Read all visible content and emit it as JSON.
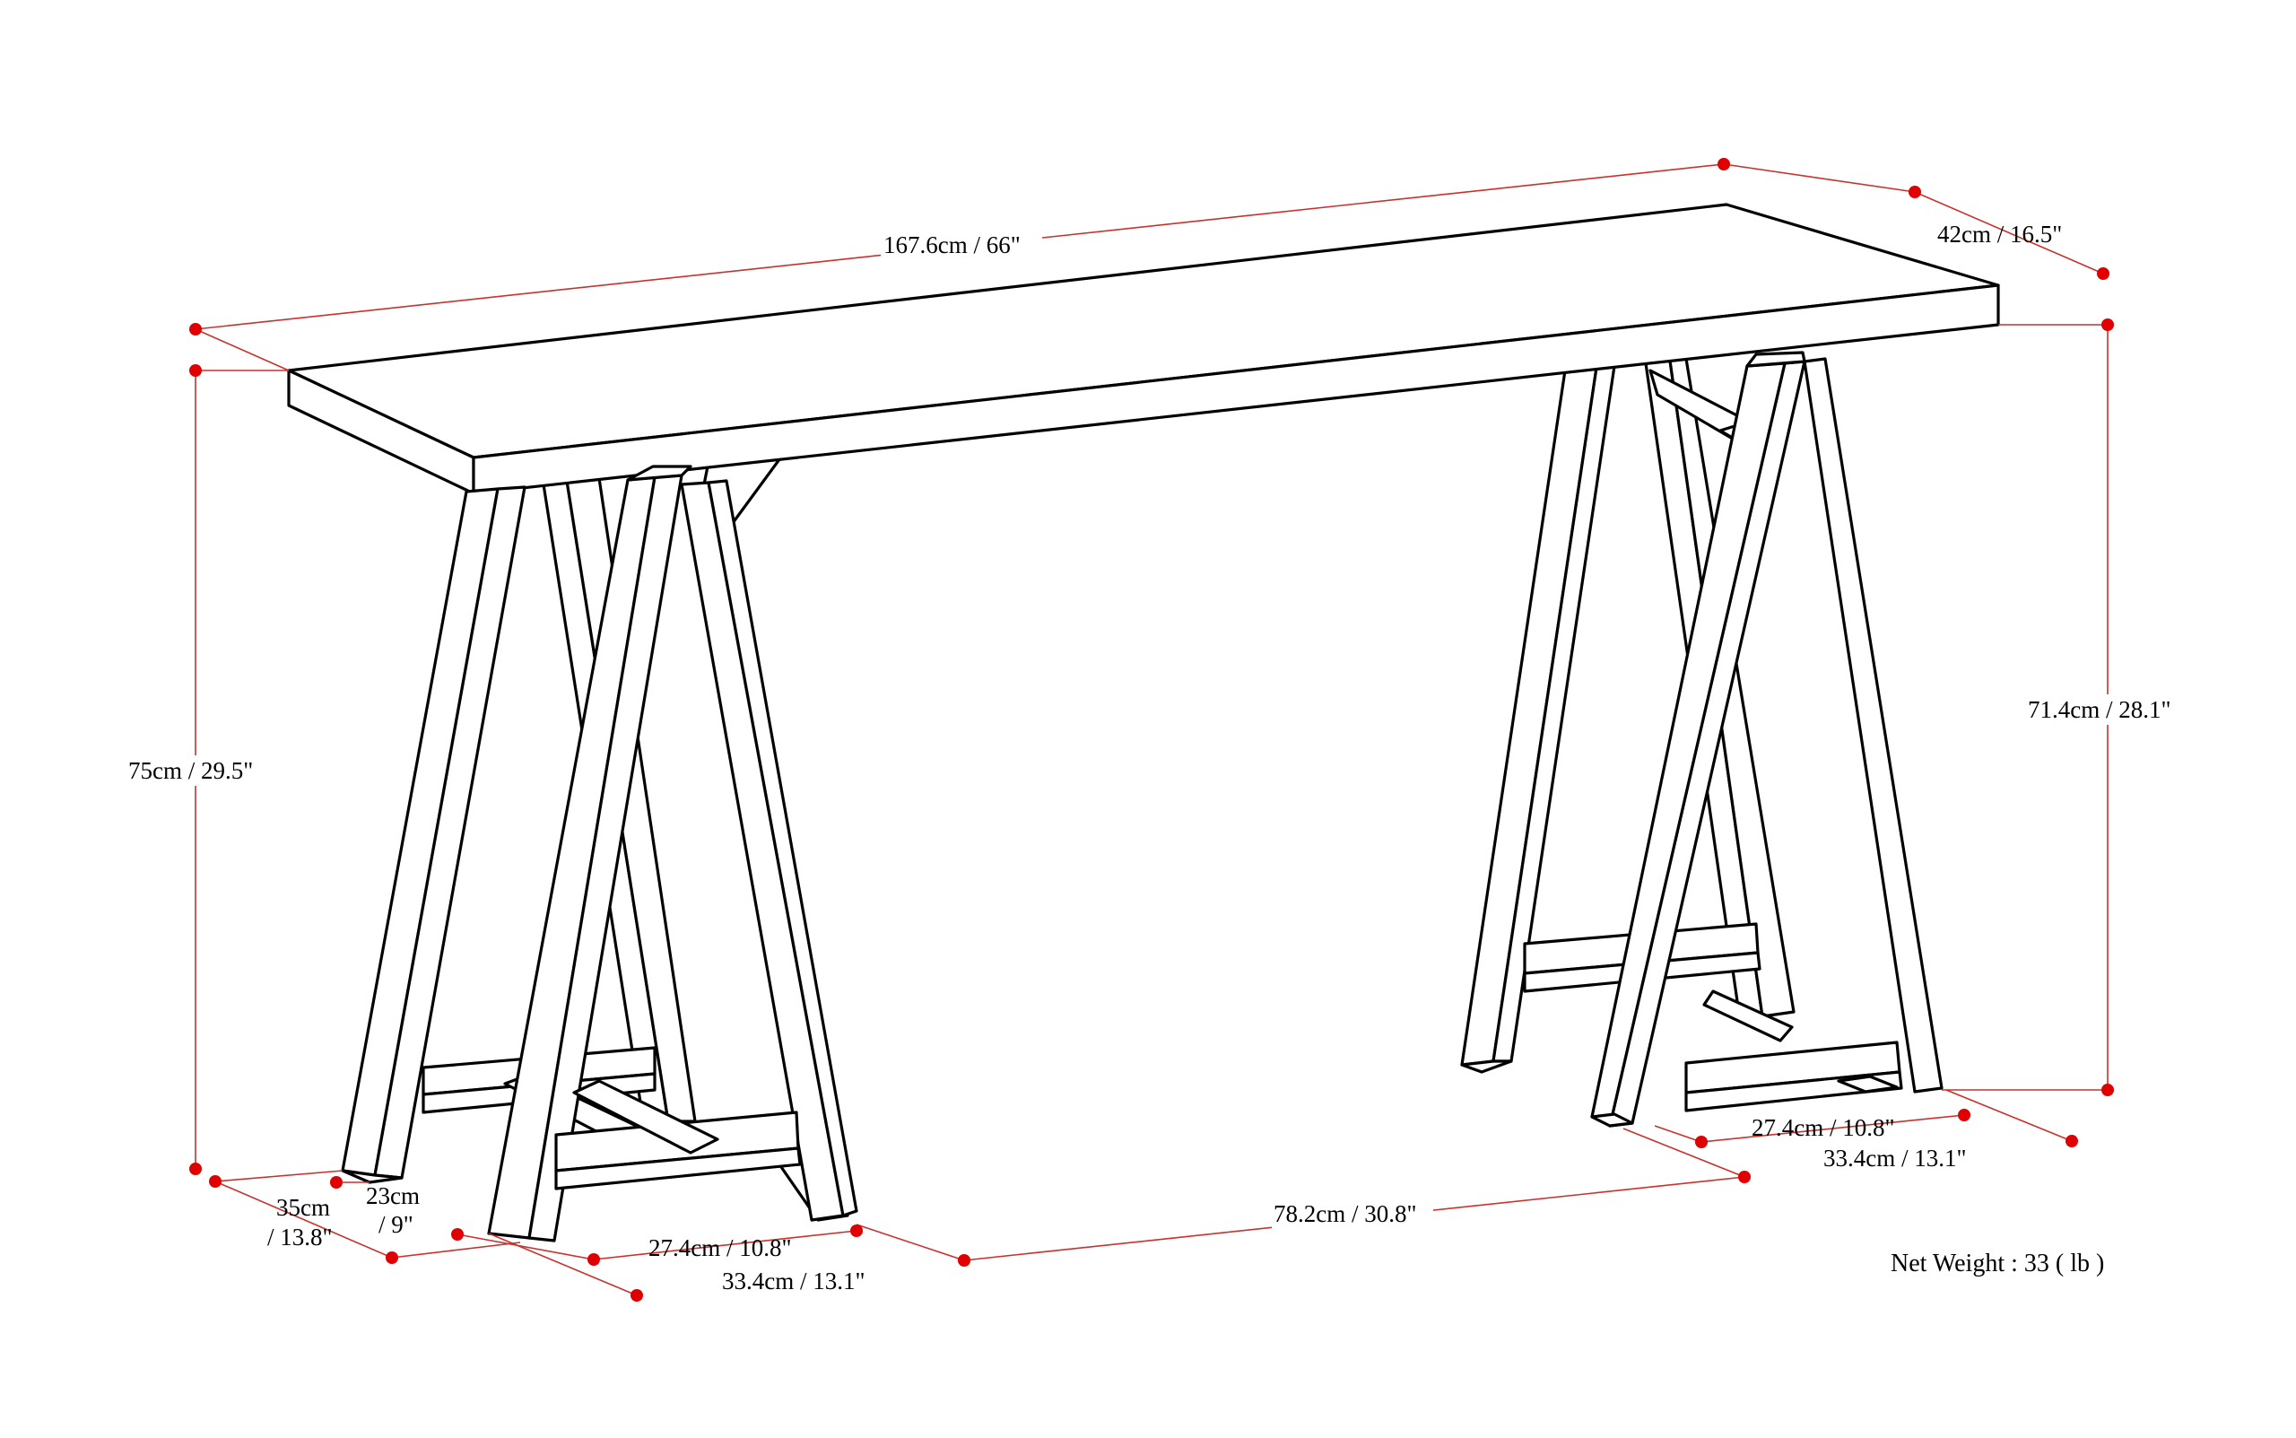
{
  "colors": {
    "dimension": "#c8322d",
    "dot": "#e00000",
    "line": "#000000"
  },
  "dimensions": {
    "overall_width": "167.6cm / 66\"",
    "top_depth": "42cm / 16.5\"",
    "overall_height": "75cm / 29.5\"",
    "leg_height": "71.4cm / 28.1\"",
    "base_depth": "35cm",
    "base_depth_in": "/ 13.8\"",
    "leg_depth": "23cm",
    "leg_depth_in": "/ 9\"",
    "left_inner_width": "27.4cm / 10.8\"",
    "left_outer_width": "33.4cm / 13.1\"",
    "between_legs": "78.2cm / 30.8\"",
    "right_inner_width": "27.4cm / 10.8\"",
    "right_outer_width": "33.4cm / 13.1\""
  },
  "net_weight": "Net Weight : 33 ( lb )"
}
